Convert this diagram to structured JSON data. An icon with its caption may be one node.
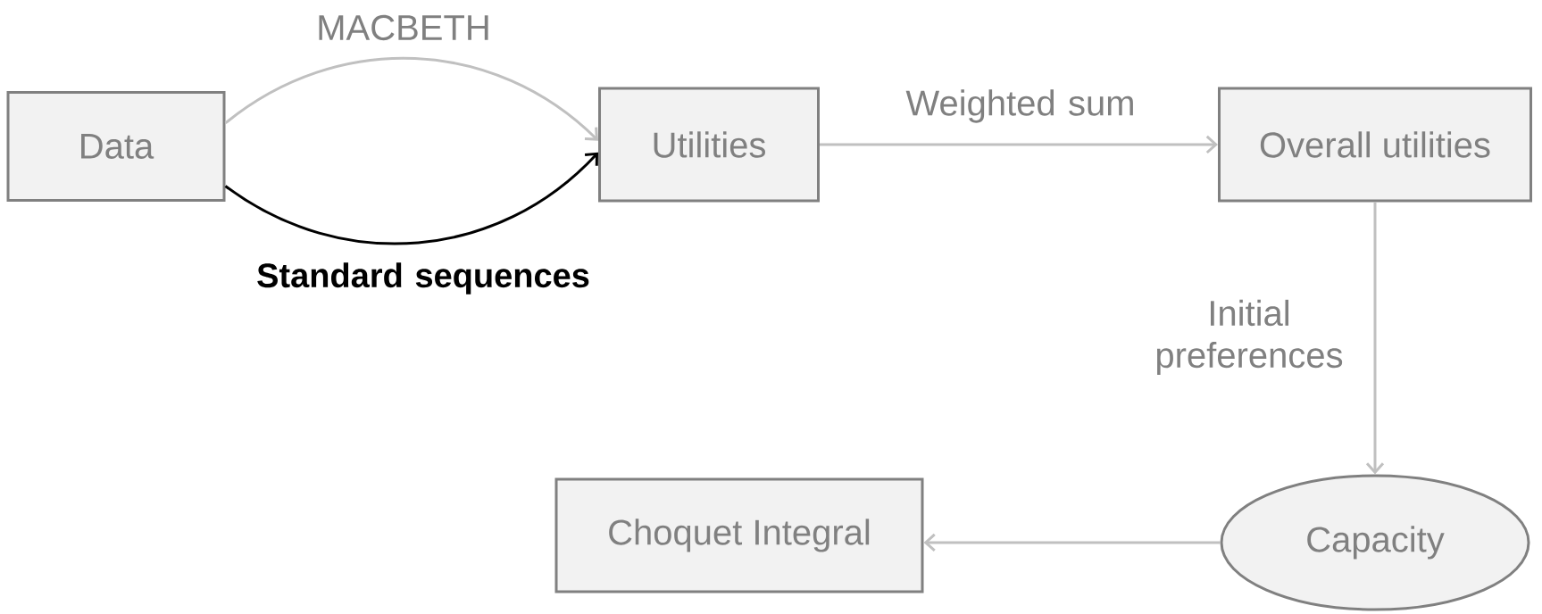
{
  "diagram": {
    "nodes": [
      {
        "text": [
          "Data"
        ]
      },
      {
        "text": [
          "Utilities"
        ]
      },
      {
        "text": [
          "Overall utilities"
        ]
      },
      {
        "text": [
          "Capacity"
        ]
      },
      {
        "text": [
          "Choquet Integral"
        ]
      }
    ],
    "edges": [
      {
        "from": 0,
        "to": 1,
        "arrow": "to",
        "label": "MACBETH"
      },
      {
        "from": 0,
        "to": 1,
        "arrow": "to",
        "label": "Standard sequences",
        "color": "#000000"
      },
      {
        "from": 1,
        "to": 2,
        "arrow": "to",
        "label": "Weighted sum"
      },
      {
        "from": 2,
        "to": 3,
        "arrow": "to",
        "label": "Initial preferences"
      },
      {
        "from": 3,
        "to": 4,
        "arrow": "to"
      }
    ]
  }
}
